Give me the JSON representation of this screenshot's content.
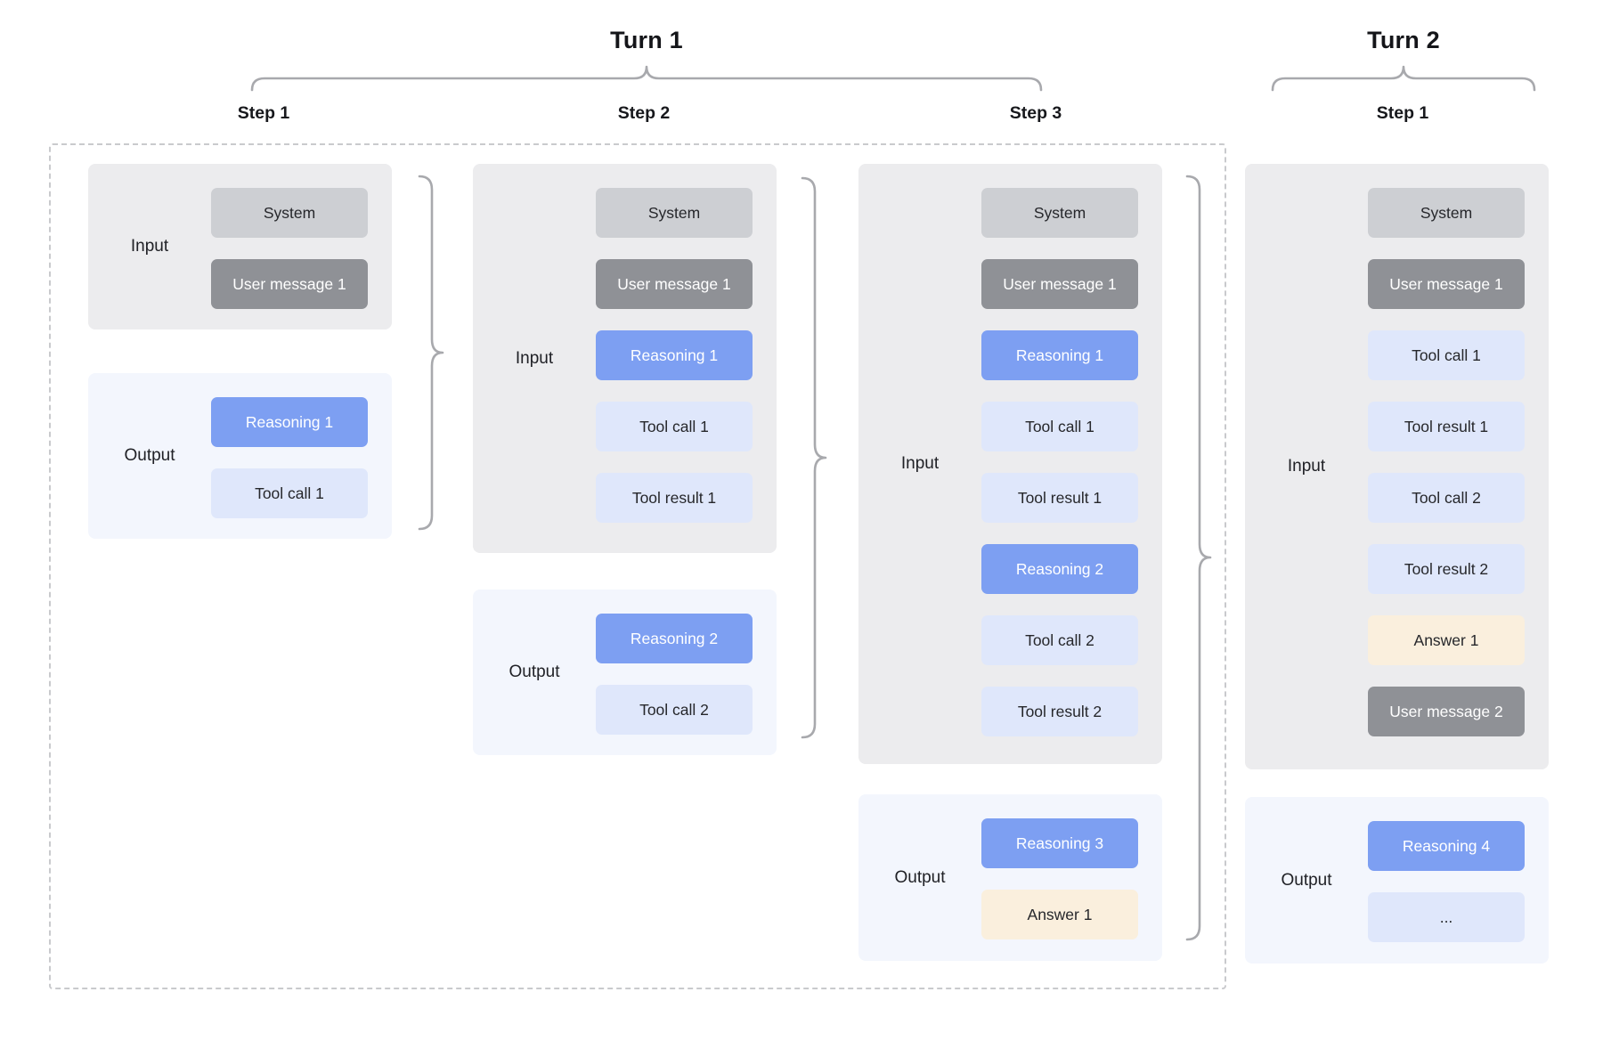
{
  "turn_headers": [
    {
      "label": "Turn 1"
    },
    {
      "label": "Turn 2"
    }
  ],
  "columns": [
    {
      "turn": "Turn 1",
      "step_label": "Step 1",
      "input": {
        "label": "Input",
        "blocks": [
          {
            "text": "System",
            "kind": "system"
          },
          {
            "text": "User message 1",
            "kind": "user-message"
          }
        ]
      },
      "output": {
        "label": "Output",
        "blocks": [
          {
            "text": "Reasoning 1",
            "kind": "reasoning"
          },
          {
            "text": "Tool call 1",
            "kind": "tool-call"
          }
        ]
      }
    },
    {
      "turn": "Turn 1",
      "step_label": "Step 2",
      "input": {
        "label": "Input",
        "blocks": [
          {
            "text": "System",
            "kind": "system"
          },
          {
            "text": "User message 1",
            "kind": "user-message"
          },
          {
            "text": "Reasoning 1",
            "kind": "reasoning"
          },
          {
            "text": "Tool call 1",
            "kind": "tool-call"
          },
          {
            "text": "Tool result 1",
            "kind": "tool-result"
          }
        ]
      },
      "output": {
        "label": "Output",
        "blocks": [
          {
            "text": "Reasoning 2",
            "kind": "reasoning"
          },
          {
            "text": "Tool call 2",
            "kind": "tool-call"
          }
        ]
      }
    },
    {
      "turn": "Turn 1",
      "step_label": "Step 3",
      "input": {
        "label": "Input",
        "blocks": [
          {
            "text": "System",
            "kind": "system"
          },
          {
            "text": "User message 1",
            "kind": "user-message"
          },
          {
            "text": "Reasoning 1",
            "kind": "reasoning"
          },
          {
            "text": "Tool call 1",
            "kind": "tool-call"
          },
          {
            "text": "Tool result 1",
            "kind": "tool-result"
          },
          {
            "text": "Reasoning 2",
            "kind": "reasoning"
          },
          {
            "text": "Tool call 2",
            "kind": "tool-call"
          },
          {
            "text": "Tool result 2",
            "kind": "tool-result"
          }
        ]
      },
      "output": {
        "label": "Output",
        "blocks": [
          {
            "text": "Reasoning 3",
            "kind": "reasoning"
          },
          {
            "text": "Answer 1",
            "kind": "answer"
          }
        ]
      }
    },
    {
      "turn": "Turn 2",
      "step_label": "Step 1",
      "input": {
        "label": "Input",
        "blocks": [
          {
            "text": "System",
            "kind": "system"
          },
          {
            "text": "User message 1",
            "kind": "user-message"
          },
          {
            "text": "Tool call 1",
            "kind": "tool-call"
          },
          {
            "text": "Tool result 1",
            "kind": "tool-result"
          },
          {
            "text": "Tool call 2",
            "kind": "tool-call"
          },
          {
            "text": "Tool result 2",
            "kind": "tool-result"
          },
          {
            "text": "Answer 1",
            "kind": "answer"
          },
          {
            "text": "User message 2",
            "kind": "user-message"
          }
        ]
      },
      "output": {
        "label": "Output",
        "blocks": [
          {
            "text": "Reasoning 4",
            "kind": "reasoning"
          },
          {
            "text": "...",
            "kind": "ellipsis"
          }
        ]
      }
    }
  ],
  "colors": {
    "system": "#cdcfd3",
    "user_message": "#8f9196",
    "reasoning": "#7d9ff2",
    "tool": "#dfe7fb",
    "answer": "#faefdd",
    "input_panel": "#ececee",
    "output_panel": "#f3f6fd",
    "brace": "#a8a9ad",
    "dashed_border": "#c9cacd"
  }
}
